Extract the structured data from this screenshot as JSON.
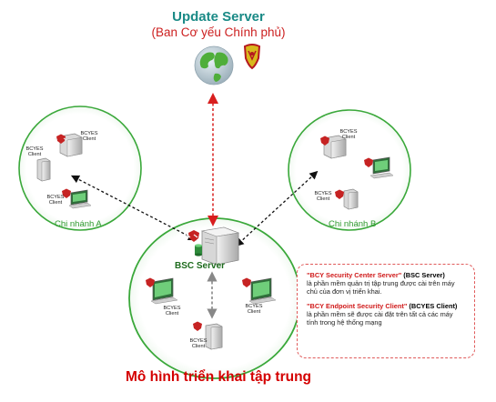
{
  "header": {
    "title": "Update Server",
    "subtitle": "(Ban Cơ yếu Chính phủ)"
  },
  "branches": [
    {
      "label": "Chi nhánh A"
    },
    {
      "label": "Chi nhánh B"
    }
  ],
  "central": {
    "server_label": "BSC Server"
  },
  "client_label_line1": "BCYES",
  "client_label_line2": "Client",
  "legend": {
    "item1_name": "\"BCY Security Center Server\"",
    "item1_tag": "(BSC Server)",
    "item1_desc": "là phần mềm quản trị tập trung được cài trên máy chủ của đơn vị triển khai.",
    "item2_name": "\"BCY Endpoint Security Client\"",
    "item2_tag": "(BCYES Client)",
    "item2_desc": "là phần mềm sẽ được cài đặt trên tất cả các máy tính trong hệ thống mạng"
  },
  "footer": {
    "caption": "Mô hình triển khai tập trung"
  },
  "colors": {
    "title": "#1a8a86",
    "subtitle": "#cc1f1f",
    "branch_border": "#3aa83a",
    "update_arrow": "#d81e1e",
    "link_arrow": "#000000",
    "legend_border": "#e05a5a"
  },
  "icons": [
    "globe-icon",
    "emblem-icon",
    "server-icon",
    "desktop-icon",
    "shield-badge-icon"
  ]
}
